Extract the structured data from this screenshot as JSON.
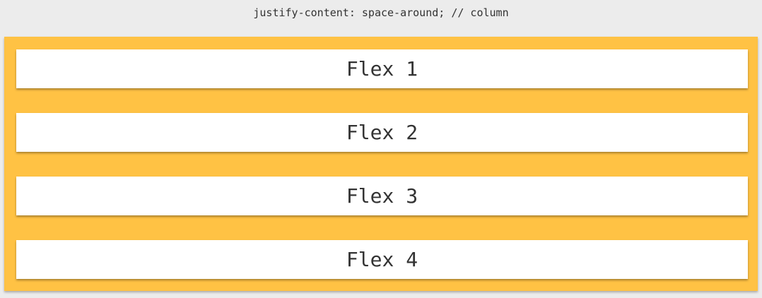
{
  "caption": "justify-content: space-around; // column",
  "container": {
    "background_color": "#ffc244",
    "items": [
      {
        "label": "Flex 1"
      },
      {
        "label": "Flex 2"
      },
      {
        "label": "Flex 3"
      },
      {
        "label": "Flex 4"
      }
    ]
  },
  "colors": {
    "page_background": "#ececec",
    "item_background": "#ffffff",
    "text": "#333333"
  }
}
